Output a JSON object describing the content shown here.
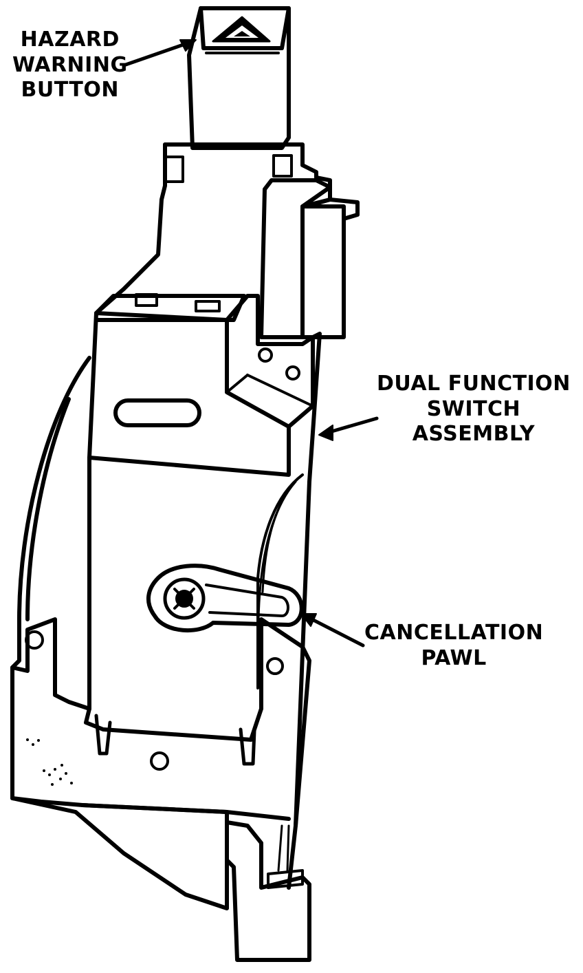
{
  "labels": {
    "hazard_warning_button": [
      "HAZARD",
      "WARNING",
      "BUTTON"
    ],
    "dual_function_switch_assembly": [
      "DUAL FUNCTION",
      "SWITCH",
      "ASSEMBLY"
    ],
    "cancellation_pawl": [
      "CANCELLATION",
      "PAWL"
    ]
  },
  "colors": {
    "ink": "#000000",
    "paper": "#ffffff"
  },
  "icons": {
    "hazard_symbol": "warning-triangle-icon"
  }
}
